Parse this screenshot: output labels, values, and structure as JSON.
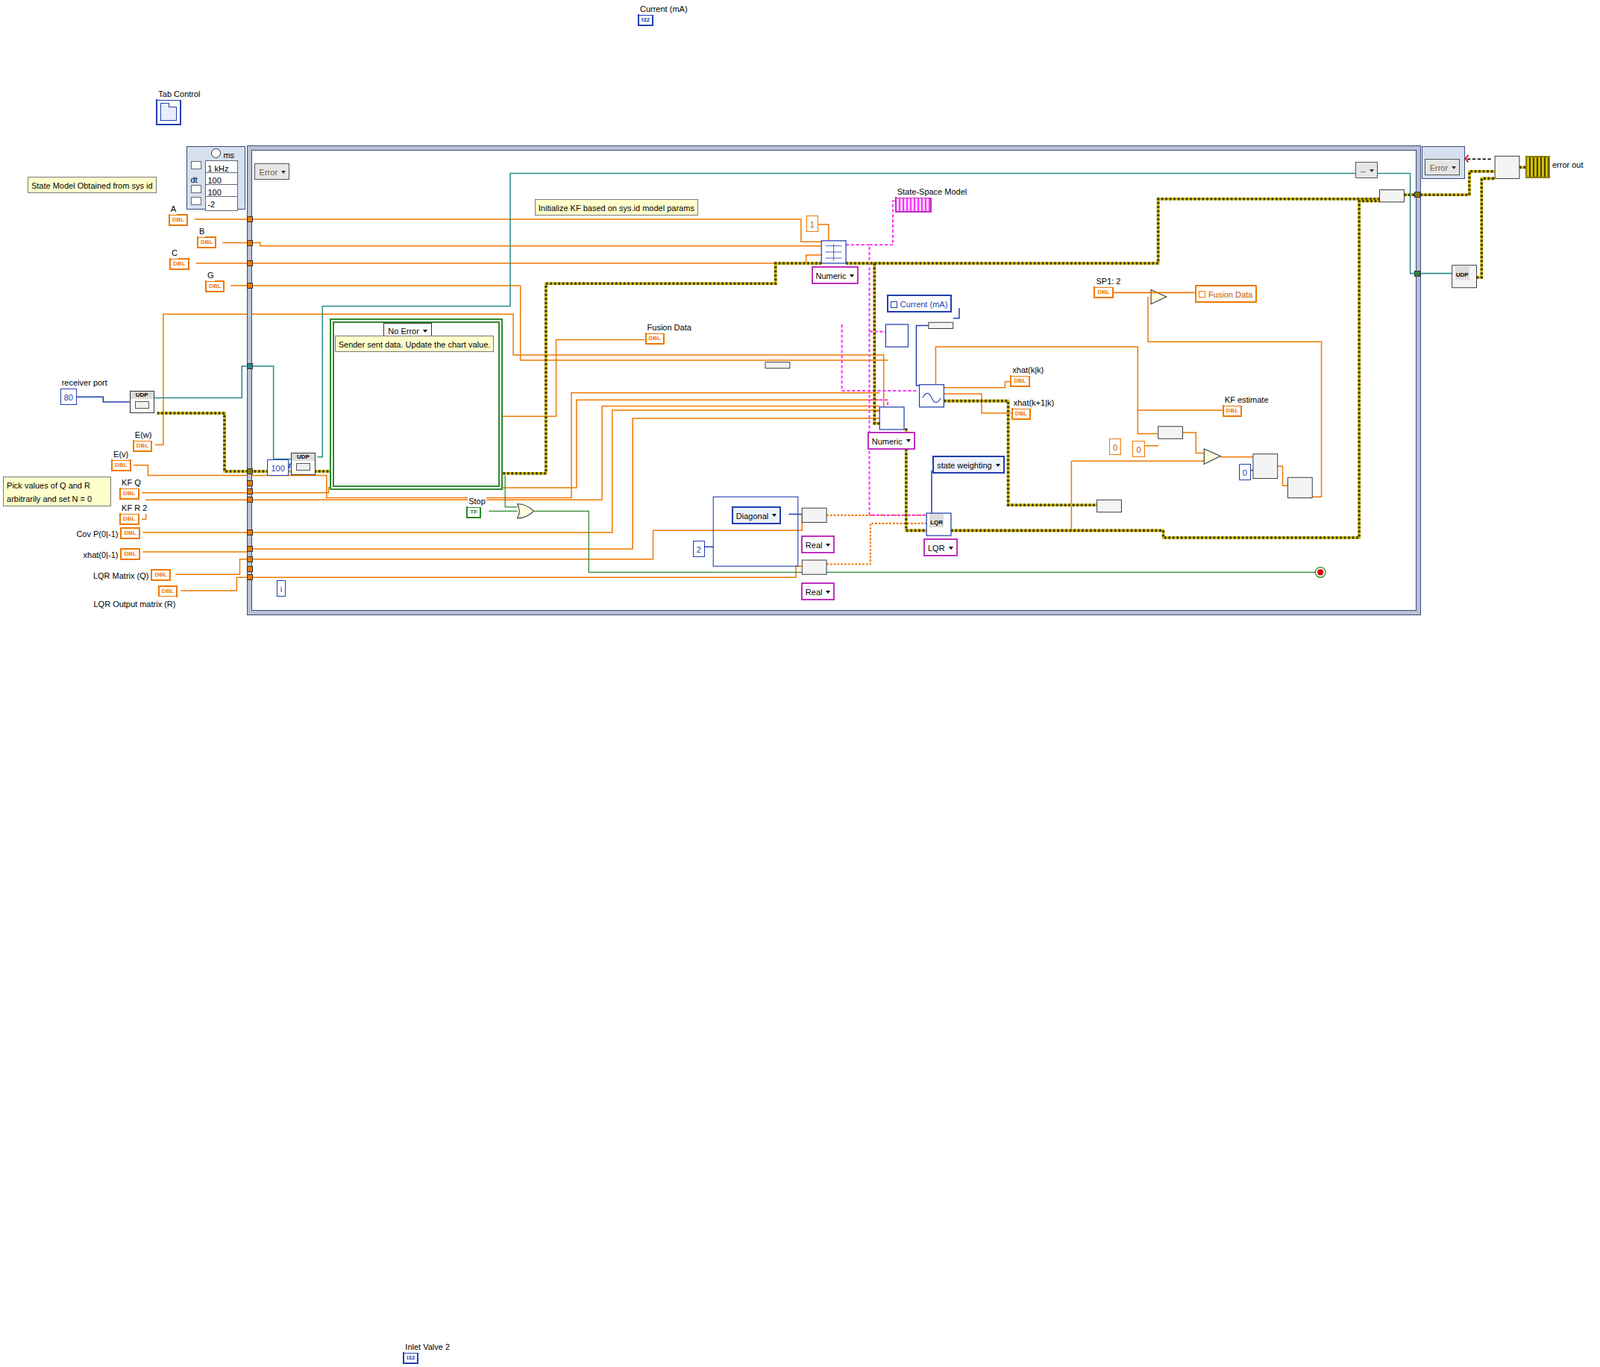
{
  "diagram": {
    "nodes": [
      {
        "text": [
          "Current (mA)",
          "I32"
        ]
      },
      {
        "text": [
          "Tab Control"
        ]
      },
      {
        "text": [
          "State Model Obtained from sys id"
        ]
      },
      {
        "text": [
          "ms",
          "1 kHz",
          "dt",
          "100",
          "100",
          "-2"
        ]
      },
      {
        "text": [
          "Error"
        ],
        "in": 3
      },
      {
        "text": [
          "--"
        ],
        "in": 3
      },
      {
        "text": [
          "Error"
        ],
        "in": 3
      },
      {
        "text": [
          "A",
          "DBL"
        ]
      },
      {
        "text": [
          "B",
          "DBL"
        ]
      },
      {
        "text": [
          "C",
          "DBL"
        ]
      },
      {
        "text": [
          "G",
          "DBL"
        ]
      },
      {
        "text": [
          "receiver port",
          "80"
        ]
      },
      {
        "text": [
          "UDP"
        ]
      },
      {
        "text": [
          "E(w)",
          "DBL"
        ]
      },
      {
        "text": [
          "E(v)",
          "DBL"
        ]
      },
      {
        "text": [
          "Pick values of Q and R arbitrarily and set N = 0"
        ]
      },
      {
        "text": [
          "KF Q",
          "DBL"
        ]
      },
      {
        "text": [
          "KF R 2",
          "DBL"
        ]
      },
      {
        "text": [
          "Cov P(0|-1)",
          "DBL"
        ]
      },
      {
        "text": [
          "xhat(0|-1)",
          "DBL"
        ]
      },
      {
        "text": [
          "LQR Matrix (Q)",
          "DBL"
        ]
      },
      {
        "text": [
          "LQR Output matrix (R)",
          "DBL"
        ]
      },
      {
        "text": [
          "Initialize KF based on sys.id model params"
        ],
        "in": 3
      },
      {
        "text": [
          "1"
        ],
        "in": 3
      },
      {
        "text": [
          "Numeric"
        ],
        "in": 3
      },
      {
        "text": [
          "State-Space Model"
        ],
        "in": 3
      },
      {
        "text": [
          "Fusion Data",
          "DBL"
        ],
        "in": 3
      },
      {
        "text": [
          "No Error"
        ],
        "in": 3
      },
      {
        "text": [
          "Sender sent data. Update the chart value."
        ],
        "in": 27
      },
      {
        "text": [
          "100"
        ],
        "in": 3
      },
      {
        "text": [
          "UDP"
        ],
        "in": 3
      },
      {
        "text": [
          "Current (mA)"
        ],
        "in": 3
      },
      {
        "text": [
          "xhat(k|k)",
          "DBL"
        ],
        "in": 3
      },
      {
        "text": [
          "xhat(k+1|k)",
          "DBL"
        ],
        "in": 3
      },
      {
        "text": [
          "KF estimate",
          "DBL"
        ],
        "in": 3
      },
      {
        "text": [
          "SP1: 2",
          "DBL"
        ],
        "in": 3
      },
      {
        "text": [
          "Fusion Data"
        ],
        "in": 3
      },
      {
        "text": [
          "0"
        ],
        "in": 3
      },
      {
        "text": [
          "0"
        ],
        "in": 3
      },
      {
        "text": [
          "0"
        ],
        "in": 3
      },
      {
        "text": [
          "Numeric"
        ],
        "in": 3
      },
      {
        "text": [
          "state weighting"
        ],
        "in": 3
      },
      {
        "text": [
          "LQR"
        ],
        "in": 3
      },
      {
        "text": [
          "Diagonal"
        ],
        "in": 3
      },
      {
        "text": [
          "2"
        ],
        "in": 3
      },
      {
        "text": [
          "Real"
        ],
        "in": 3
      },
      {
        "text": [
          "Real"
        ],
        "in": 3
      },
      {
        "text": [
          "Stop",
          "TF"
        ],
        "in": 3
      },
      {
        "text": [
          "i"
        ],
        "in": 3
      },
      {
        "text": [
          "error out"
        ]
      },
      {
        "text": [
          "Inlet Valve 2",
          "I32"
        ]
      }
    ],
    "edges": [
      {
        "from": 11,
        "to": 12,
        "arrow": "none"
      },
      {
        "from": 29,
        "to": 30,
        "arrow": "none"
      },
      {
        "from": 35,
        "to": 36,
        "arrow": "none"
      }
    ],
    "labels": [
      "UDP",
      "LQR"
    ]
  }
}
